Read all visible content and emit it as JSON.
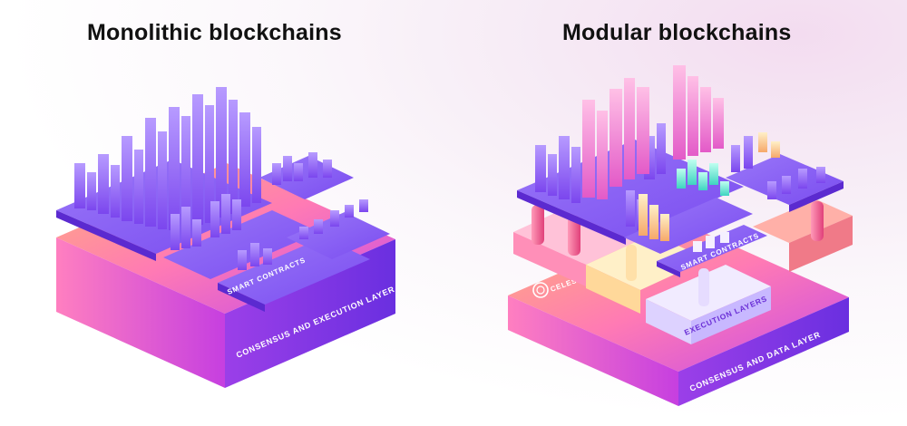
{
  "titles": {
    "monolithic": "Monolithic blockchains",
    "modular": "Modular blockchains"
  },
  "monolithic": {
    "consensus_execution_layer": "CONSENSUS AND EXECUTION LAYER",
    "smart_contracts": "SMART CONTRACTS"
  },
  "modular": {
    "consensus_data_layer": "CONSENSUS AND DATA LAYER",
    "execution_layers": "EXECUTION LAYERS",
    "smart_contracts": "SMART CONTRACTS",
    "brand": "CELESTIA"
  },
  "colors": {
    "purple_top": "#8a5cf6",
    "purple_side": "#6b2fe0",
    "magenta": "#e24bd8",
    "pink": "#ff9ec8",
    "peach": "#ffd9a8",
    "mint": "#6ff0d0",
    "lavender": "#e8e0ff"
  }
}
